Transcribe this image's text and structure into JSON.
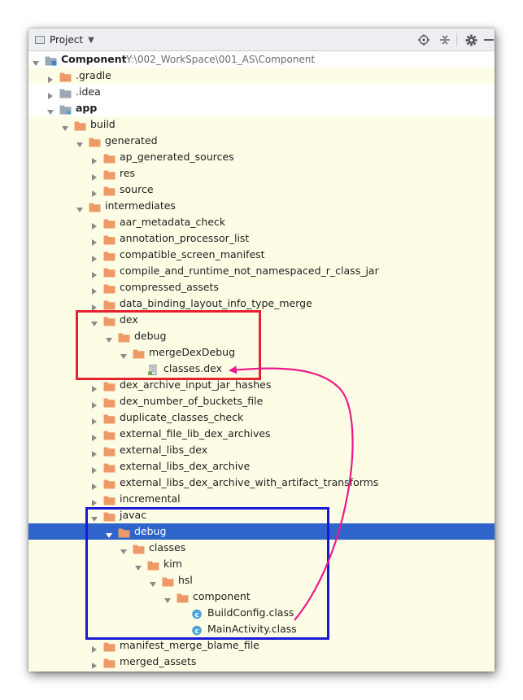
{
  "toolbar": {
    "view_label": "Project",
    "icons": [
      "view-options-icon",
      "locate-icon",
      "collapse-all-icon",
      "settings-icon",
      "hide-icon"
    ]
  },
  "colors": {
    "panel_bg": "#fdfde6",
    "selected_bg": "#2f65ca",
    "folder": "#ee9a68",
    "red_box": "#e8212e",
    "blue_box": "#1a1ad6",
    "annotation_arrow": "#ec1a8c"
  },
  "tree": [
    {
      "label": "Component",
      "path": "Y:\\002_WorkSpace\\001_AS\\Component",
      "depth": 0,
      "arrow": "open",
      "icon": "project-module-icon",
      "bold": true,
      "bg": "white"
    },
    {
      "label": ".gradle",
      "depth": 1,
      "arrow": "closed",
      "icon": "folder-icon"
    },
    {
      "label": ".idea",
      "depth": 1,
      "arrow": "closed",
      "icon": "gray-folder-icon",
      "bg": "white"
    },
    {
      "label": "app",
      "depth": 1,
      "arrow": "open",
      "icon": "module-folder-icon",
      "bold": true,
      "bg": "white"
    },
    {
      "label": "build",
      "depth": 2,
      "arrow": "open",
      "icon": "folder-icon"
    },
    {
      "label": "generated",
      "depth": 3,
      "arrow": "open",
      "icon": "folder-icon"
    },
    {
      "label": "ap_generated_sources",
      "depth": 4,
      "arrow": "closed",
      "icon": "folder-icon"
    },
    {
      "label": "res",
      "depth": 4,
      "arrow": "closed",
      "icon": "folder-icon"
    },
    {
      "label": "source",
      "depth": 4,
      "arrow": "closed",
      "icon": "folder-icon"
    },
    {
      "label": "intermediates",
      "depth": 3,
      "arrow": "open",
      "icon": "folder-icon"
    },
    {
      "label": "aar_metadata_check",
      "depth": 4,
      "arrow": "closed",
      "icon": "folder-icon"
    },
    {
      "label": "annotation_processor_list",
      "depth": 4,
      "arrow": "closed",
      "icon": "folder-icon"
    },
    {
      "label": "compatible_screen_manifest",
      "depth": 4,
      "arrow": "closed",
      "icon": "folder-icon"
    },
    {
      "label": "compile_and_runtime_not_namespaced_r_class_jar",
      "depth": 4,
      "arrow": "closed",
      "icon": "folder-icon"
    },
    {
      "label": "compressed_assets",
      "depth": 4,
      "arrow": "closed",
      "icon": "folder-icon"
    },
    {
      "label": "data_binding_layout_info_type_merge",
      "depth": 4,
      "arrow": "closed",
      "icon": "folder-icon"
    },
    {
      "label": "dex",
      "depth": 4,
      "arrow": "open",
      "icon": "folder-icon"
    },
    {
      "label": "debug",
      "depth": 5,
      "arrow": "open",
      "icon": "folder-icon"
    },
    {
      "label": "mergeDexDebug",
      "depth": 6,
      "arrow": "open",
      "icon": "folder-icon"
    },
    {
      "label": "classes.dex",
      "depth": 7,
      "arrow": "none",
      "icon": "dex-file-icon"
    },
    {
      "label": "dex_archive_input_jar_hashes",
      "depth": 4,
      "arrow": "closed",
      "icon": "folder-icon"
    },
    {
      "label": "dex_number_of_buckets_file",
      "depth": 4,
      "arrow": "closed",
      "icon": "folder-icon"
    },
    {
      "label": "duplicate_classes_check",
      "depth": 4,
      "arrow": "closed",
      "icon": "folder-icon"
    },
    {
      "label": "external_file_lib_dex_archives",
      "depth": 4,
      "arrow": "closed",
      "icon": "folder-icon"
    },
    {
      "label": "external_libs_dex",
      "depth": 4,
      "arrow": "closed",
      "icon": "folder-icon"
    },
    {
      "label": "external_libs_dex_archive",
      "depth": 4,
      "arrow": "closed",
      "icon": "folder-icon"
    },
    {
      "label": "external_libs_dex_archive_with_artifact_transforms",
      "depth": 4,
      "arrow": "closed",
      "icon": "folder-icon"
    },
    {
      "label": "incremental",
      "depth": 4,
      "arrow": "closed",
      "icon": "folder-icon"
    },
    {
      "label": "javac",
      "depth": 4,
      "arrow": "open",
      "icon": "folder-icon"
    },
    {
      "label": "debug",
      "depth": 5,
      "arrow": "open",
      "icon": "folder-icon",
      "selected": true
    },
    {
      "label": "classes",
      "depth": 6,
      "arrow": "open",
      "icon": "folder-icon"
    },
    {
      "label": "kim",
      "depth": 7,
      "arrow": "open",
      "icon": "folder-icon"
    },
    {
      "label": "hsl",
      "depth": 8,
      "arrow": "open",
      "icon": "folder-icon"
    },
    {
      "label": "component",
      "depth": 9,
      "arrow": "open",
      "icon": "folder-icon"
    },
    {
      "label": "BuildConfig.class",
      "depth": 10,
      "arrow": "none",
      "icon": "class-file-icon"
    },
    {
      "label": "MainActivity.class",
      "depth": 10,
      "arrow": "none",
      "icon": "class-file-icon"
    },
    {
      "label": "manifest_merge_blame_file",
      "depth": 4,
      "arrow": "closed",
      "icon": "folder-icon"
    },
    {
      "label": "merged_assets",
      "depth": 4,
      "arrow": "closed",
      "icon": "folder-icon"
    }
  ]
}
